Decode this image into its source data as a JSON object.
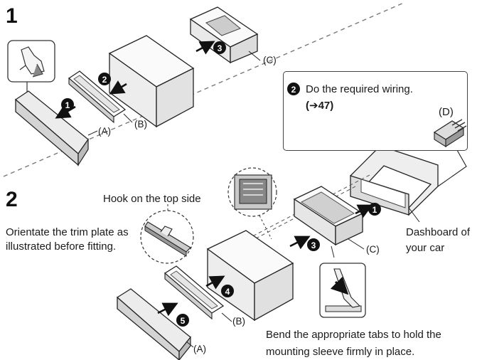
{
  "steps": {
    "step1": "1",
    "step2": "2"
  },
  "labels": {
    "a1": "(A)",
    "b1": "(B)",
    "c1": "(C)",
    "d": "(D)",
    "a2": "(A)",
    "b2": "(B)",
    "c2": "(C)"
  },
  "wiring": {
    "text": "Do the required wiring.",
    "ref": "(➔47)"
  },
  "notes": {
    "hook": "Hook on the top side",
    "orient_line1": "Orientate the trim plate as",
    "orient_line2": "illustrated before fitting.",
    "dash_line1": "Dashboard of",
    "dash_line2": "your car",
    "bend_line1": "Bend the appropriate tabs to hold the",
    "bend_line2": "mounting sleeve firmly in place."
  },
  "markers": [
    "1",
    "2",
    "3",
    "4",
    "5"
  ],
  "colors": {
    "ink": "#1a1a1a",
    "panel": "#f2f2f2"
  }
}
